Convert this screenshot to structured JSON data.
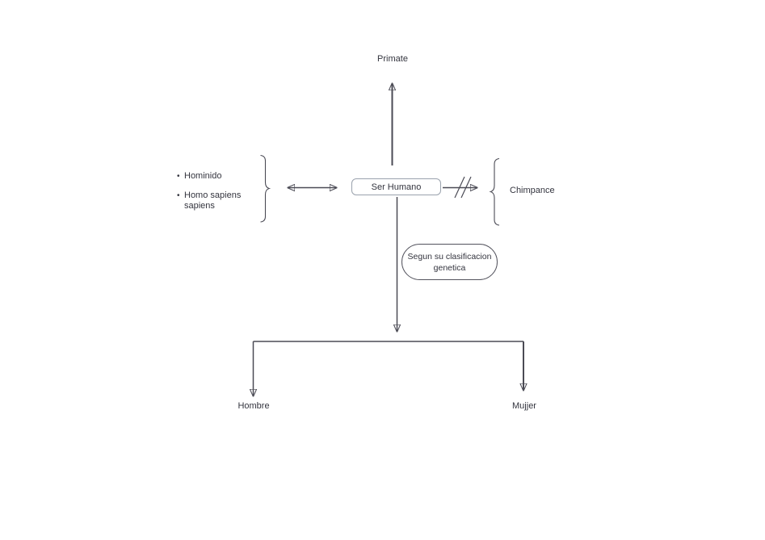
{
  "colors": {
    "background": "#ffffff",
    "line": "#4b4b55",
    "text": "#33343e",
    "box_border": "#9aa2ad",
    "shape_border": "#53535d"
  },
  "nodes": {
    "primate_label": "Primate",
    "ser_humano_label": "Ser Humano",
    "bullet_char": "•",
    "hominido_items": [
      {
        "label": "Hominido"
      },
      {
        "label": "Homo sapiens sapiens"
      }
    ],
    "chimpance_label": "Chimpance",
    "clasificacion_line1": "Segun su clasificacion",
    "clasificacion_line2": "genetica",
    "hombre_label": "Hombre",
    "mujjer_label": "Mujjer"
  },
  "connectors": {
    "up_arrow": "arrow-up from Ser Humano to Primate",
    "double_arrow": "arrow-left-right between bullet list and Ser Humano",
    "break_arrow": "arrow-right with double-slash break from Ser Humano to Chimpance",
    "down_arrow": "arrow-down from Ser Humano to branch bar",
    "branch_left": "arrow-down to Hombre",
    "branch_right": "arrow-down to Mujjer",
    "left_brace": "curly-brace closing bullet list",
    "right_brace": "curly-brace opening Chimpance"
  }
}
